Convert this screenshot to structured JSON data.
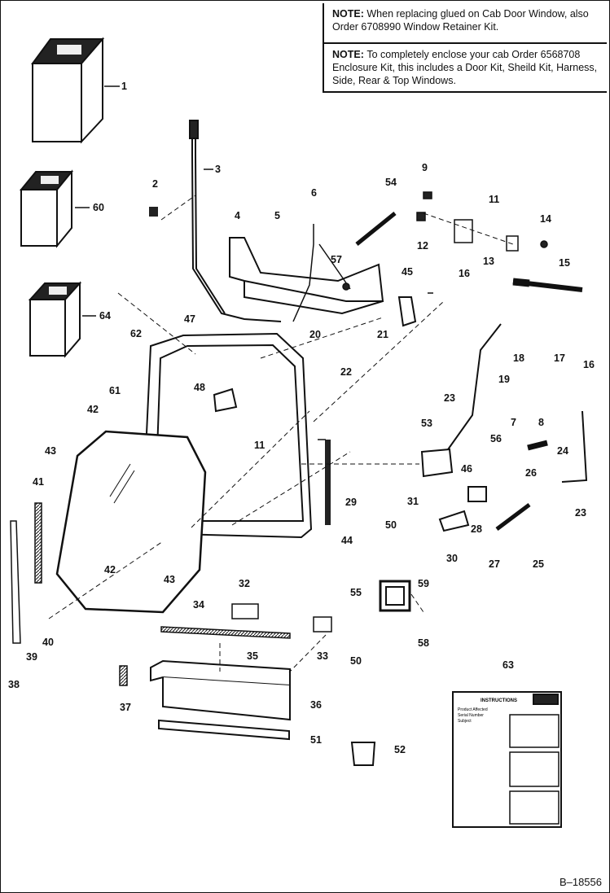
{
  "notes": [
    {
      "label": "NOTE:",
      "text": "When replacing glued on Cab Door Window, also Order 6708990 Window Retainer Kit."
    },
    {
      "label": "NOTE:",
      "text": "To completely enclose your cab Order 6568708 Enclosure Kit, this includes a Door Kit, Sheild Kit, Harness, Side, Rear & Top Windows."
    }
  ],
  "callouts": {
    "c1": "1",
    "c2": "2",
    "c3": "3",
    "c4": "4",
    "c5": "5",
    "c6": "6",
    "c7": "7",
    "c8": "8",
    "c9": "9",
    "c11a": "11",
    "c11b": "11",
    "c12": "12",
    "c13": "13",
    "c14": "14",
    "c15": "15",
    "c16a": "16",
    "c16b": "16",
    "c17": "17",
    "c18": "18",
    "c19": "19",
    "c20": "20",
    "c21": "21",
    "c22": "22",
    "c23a": "23",
    "c23b": "23",
    "c24": "24",
    "c25": "25",
    "c26": "26",
    "c27": "27",
    "c28": "28",
    "c29": "29",
    "c30": "30",
    "c31": "31",
    "c32": "32",
    "c33": "33",
    "c34": "34",
    "c35": "35",
    "c36": "36",
    "c37": "37",
    "c38": "38",
    "c39": "39",
    "c40": "40",
    "c41": "41",
    "c42a": "42",
    "c42b": "42",
    "c43a": "43",
    "c43b": "43",
    "c44": "44",
    "c45": "45",
    "c46": "46",
    "c47": "47",
    "c48": "48",
    "c50a": "50",
    "c50b": "50",
    "c51": "51",
    "c52": "52",
    "c53": "53",
    "c54": "54",
    "c55": "55",
    "c56": "56",
    "c57": "57",
    "c58": "58",
    "c59": "59",
    "c60": "60",
    "c61": "61",
    "c62": "62",
    "c63": "63",
    "c64": "64"
  },
  "instruction_sheet": {
    "heading": "INSTRUCTIONS",
    "line1": "Product Affected",
    "line2": "Serial Number",
    "line3": "Subject"
  },
  "figure_ref": "B–18556"
}
